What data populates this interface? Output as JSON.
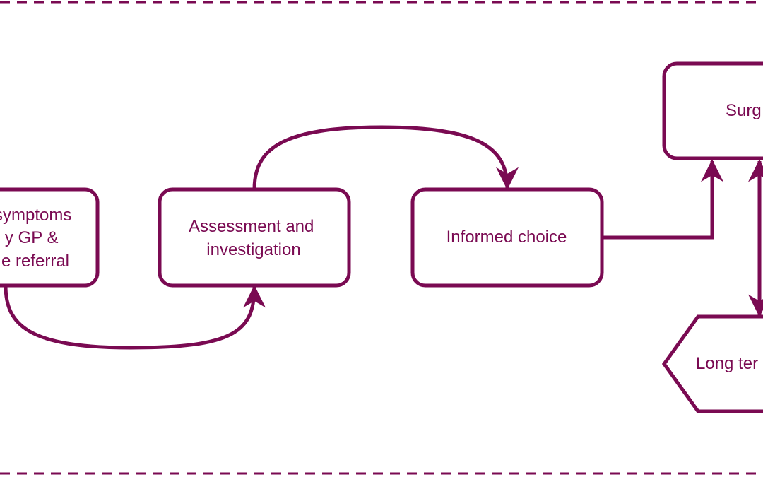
{
  "colors": {
    "stroke": "#7a0a52",
    "text": "#7a0a52",
    "background": "#ffffff"
  },
  "nodes": {
    "symptoms": {
      "lines": [
        "symptoms",
        "y GP &",
        "e referral"
      ]
    },
    "assessment": {
      "lines": [
        "Assessment and",
        "investigation"
      ]
    },
    "informed_choice": {
      "lines": [
        "Informed choice"
      ]
    },
    "surgery": {
      "lines": [
        "Surg"
      ]
    },
    "long_term": {
      "lines": [
        "Long ter"
      ]
    }
  }
}
